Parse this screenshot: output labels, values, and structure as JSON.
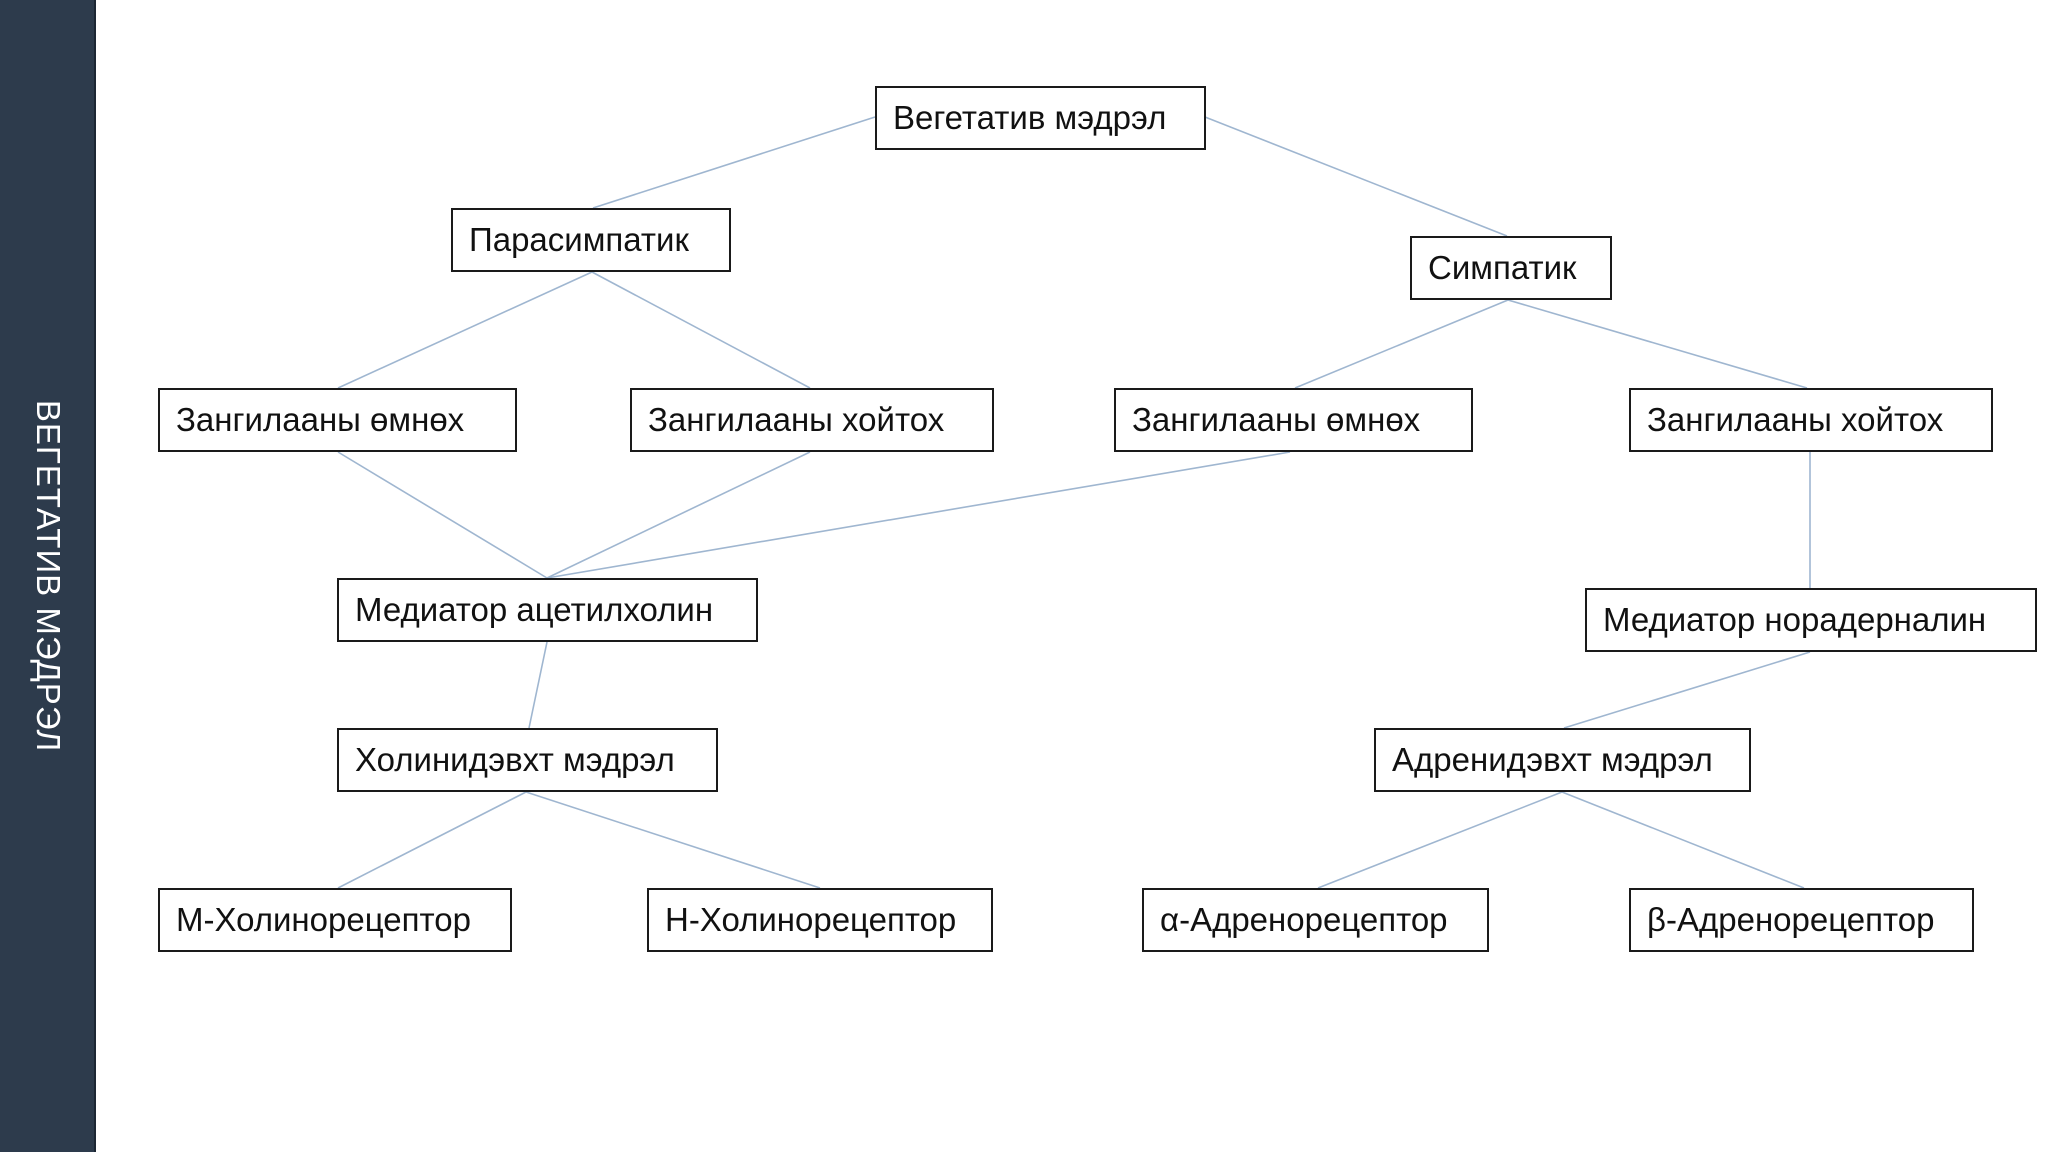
{
  "sidebar": {
    "title": "ВЕГЕТАТИВ МЭДРЭЛ"
  },
  "diagram": {
    "nodes": {
      "root": "Вегетатив мэдрэл",
      "parasympathetic": "Парасимпатик",
      "sympathetic": "Симпатик",
      "para_pre": "Зангилааны өмнөх",
      "para_post": "Зангилааны хойтох",
      "symp_pre": "Зангилааны өмнөх",
      "symp_post": "Зангилааны хойтох",
      "acetylcholine": "Медиатор ацетилхолин",
      "noradrenaline": "Медиатор норадерналин",
      "cholinergic": "Холинидэвхт мэдрэл",
      "adrenergic": "Адренидэвхт мэдрэл",
      "m_receptor": "М-Холинорецептор",
      "n_receptor": "Н-Холинорецептор",
      "alpha_receptor": "α-Адренорецептор",
      "beta_receptor": "β-Адренорецептор"
    },
    "edges": [
      [
        "root",
        "parasympathetic"
      ],
      [
        "root",
        "sympathetic"
      ],
      [
        "parasympathetic",
        "para_pre"
      ],
      [
        "parasympathetic",
        "para_post"
      ],
      [
        "sympathetic",
        "symp_pre"
      ],
      [
        "sympathetic",
        "symp_post"
      ],
      [
        "para_pre",
        "acetylcholine"
      ],
      [
        "para_post",
        "acetylcholine"
      ],
      [
        "symp_pre",
        "acetylcholine"
      ],
      [
        "symp_post",
        "noradrenaline"
      ],
      [
        "acetylcholine",
        "cholinergic"
      ],
      [
        "noradrenaline",
        "adrenergic"
      ],
      [
        "cholinergic",
        "m_receptor"
      ],
      [
        "cholinergic",
        "n_receptor"
      ],
      [
        "adrenergic",
        "alpha_receptor"
      ],
      [
        "adrenergic",
        "beta_receptor"
      ]
    ]
  }
}
